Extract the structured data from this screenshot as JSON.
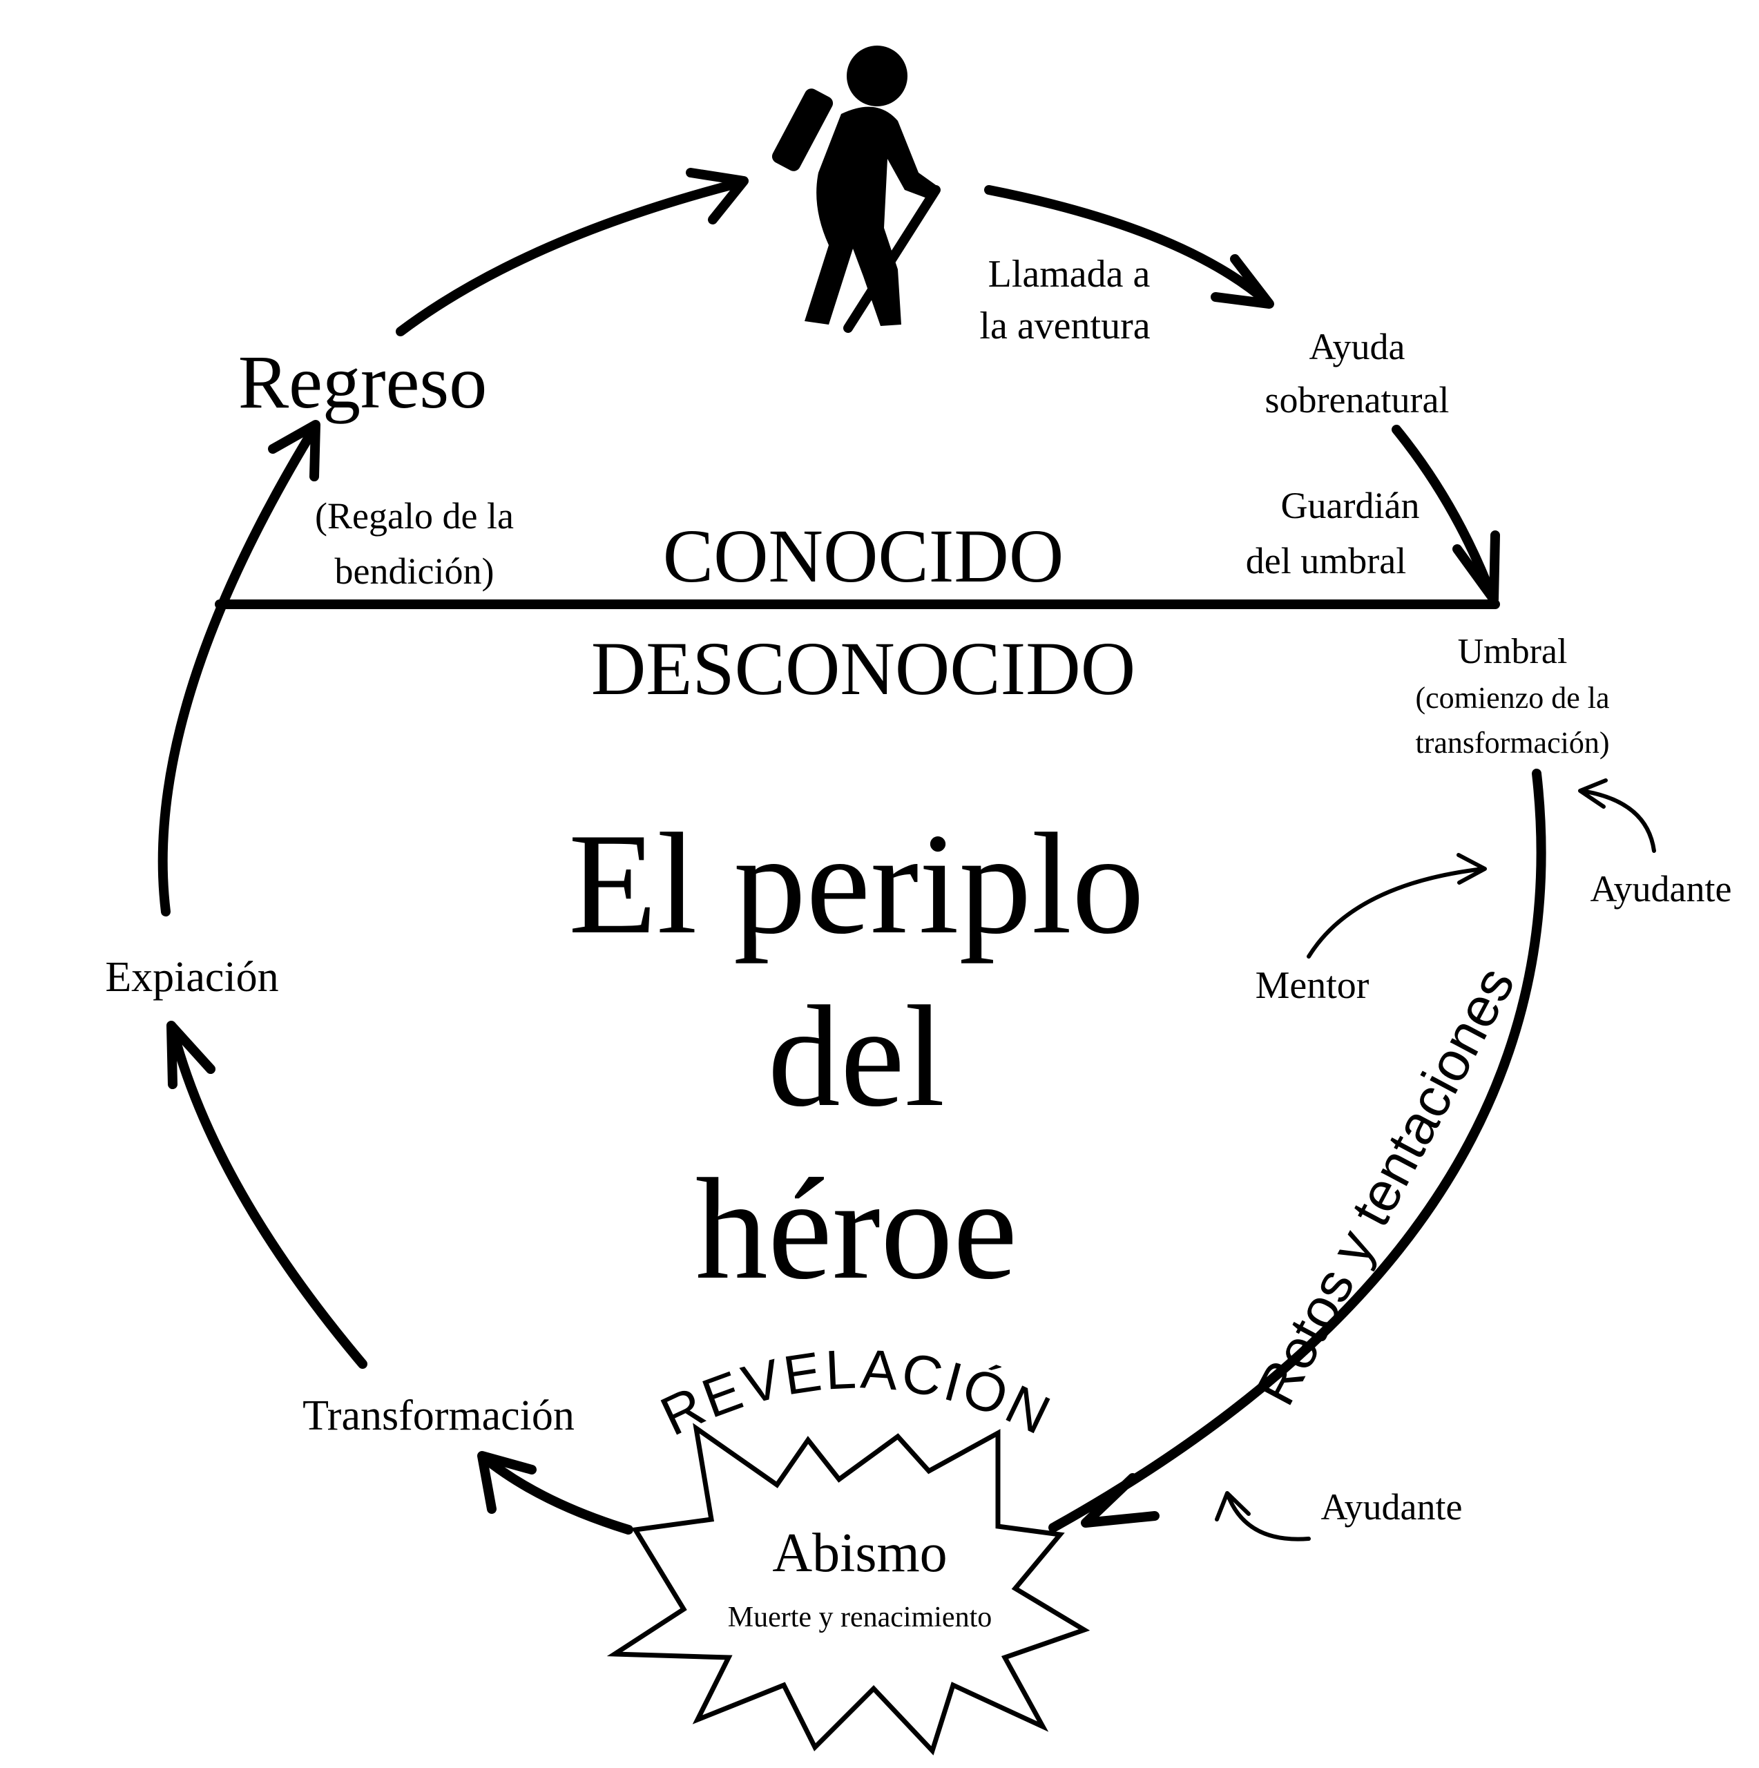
{
  "title": {
    "line1": "El periplo",
    "line2": "del",
    "line3": "héroe"
  },
  "divider": {
    "known": "CONOCIDO",
    "unknown": "DESCONOCIDO"
  },
  "stages": {
    "call_line1": "Llamada a",
    "call_line2": "la aventura",
    "aid_line1": "Ayuda",
    "aid_line2": "sobrenatural",
    "guardian_line1": "Guardián",
    "guardian_line2": "del umbral",
    "threshold_line1": "Umbral",
    "threshold_line2": "(comienzo de la",
    "threshold_line3": "transformación)",
    "helper_top": "Ayudante",
    "mentor": "Mentor",
    "trials": "Retos y tentaciones",
    "helper_bottom": "Ayudante",
    "revelation": "REVELACIÓN",
    "abyss": "Abismo",
    "abyss_sub": "Muerte y renacimiento",
    "transformation": "Transformación",
    "atonement": "Expiación",
    "return": "Regreso",
    "boon_line1": "(Regalo de la",
    "boon_line2": "bendición)"
  },
  "icons": {
    "hero": "hiker-icon",
    "colors": {
      "ink": "#000000",
      "background": "#ffffff"
    }
  }
}
